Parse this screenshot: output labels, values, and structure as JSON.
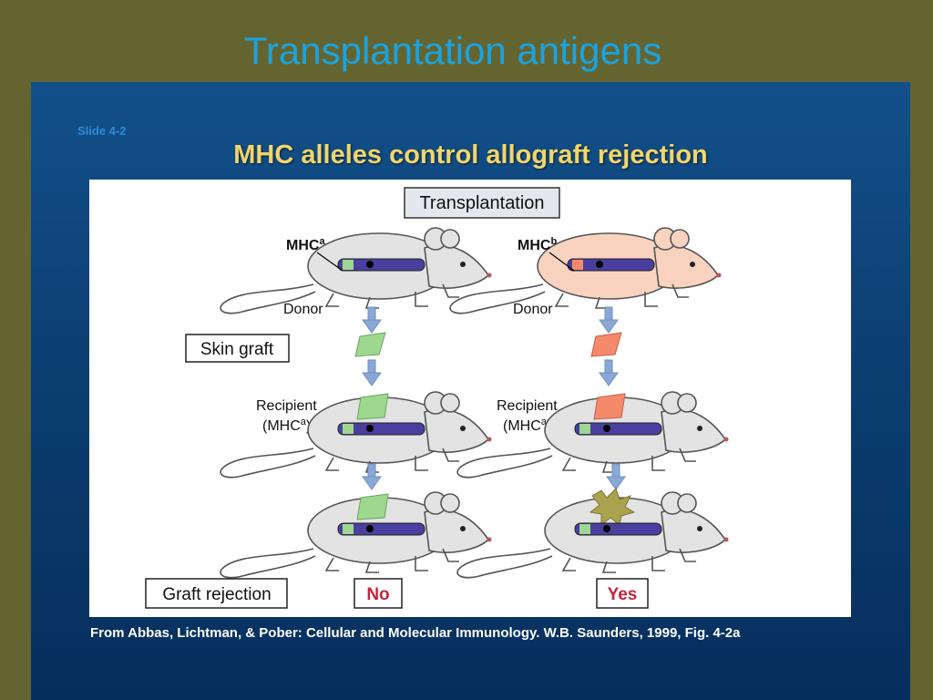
{
  "slide": {
    "title": "Transplantation antigens",
    "slide_number": "Slide 4-2",
    "figure_title": "MHC alleles control allograft rejection",
    "citation": "From Abbas, Lichtman, & Pober: Cellular and Molecular Immunology. W.B. Saunders, 1999, Fig. 4-2a"
  },
  "figure": {
    "header": "Transplantation",
    "left_donor_label": "MHC",
    "left_donor_sup": "a",
    "right_donor_label": "MHC",
    "right_donor_sup": "b",
    "donor_text": "Donor",
    "skin_graft_label": "Skin graft",
    "recipient_line1": "Recipient",
    "recipient_line2": "(MHC",
    "recipient_sup": "a",
    "recipient_close": ")",
    "graft_rejection_label": "Graft rejection",
    "outcome_left": "No",
    "outcome_right": "Yes"
  },
  "colors": {
    "background": "#646431",
    "title": "#1aa3df",
    "figure_title": "#f2d66a",
    "mouse_gray": "#e3e3e3",
    "mouse_pink": "#f9d3c0",
    "chromosome": "#4a3f9e",
    "mhc_a_band": "#9ed88f",
    "mhc_b_band": "#f58a6a",
    "rejected_graft": "#a9a24e",
    "outcome_text": "#c4243a",
    "arrow": "#8aa8d6"
  }
}
